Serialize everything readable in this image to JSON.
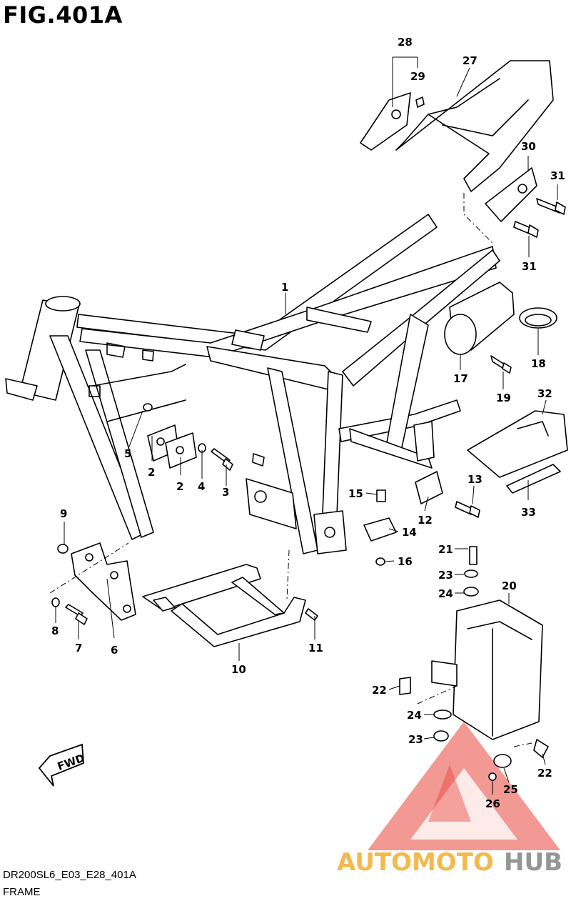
{
  "figure": {
    "title": "FIG.401A",
    "model_code": "DR200SL6_E03_E28_401A",
    "name": "FRAME"
  },
  "direction_badge": "FWD",
  "watermark": {
    "brand_left": "AUTOMOTO",
    "brand_right": "HUB",
    "color_left": "#f3b23a",
    "color_right": "#8a8a8a",
    "triangle_color": "#e8453c"
  },
  "callouts": {
    "c1": "1",
    "c2a": "2",
    "c2b": "2",
    "c3": "3",
    "c4": "4",
    "c5": "5",
    "c6": "6",
    "c7": "7",
    "c8": "8",
    "c9": "9",
    "c10": "10",
    "c11": "11",
    "c12": "12",
    "c13": "13",
    "c14": "14",
    "c15": "15",
    "c16": "16",
    "c17": "17",
    "c18": "18",
    "c19": "19",
    "c20": "20",
    "c21": "21",
    "c22a": "22",
    "c22b": "22",
    "c23a": "23",
    "c23b": "23",
    "c24a": "24",
    "c24b": "24",
    "c25": "25",
    "c26": "26",
    "c27": "27",
    "c28": "28",
    "c29": "29",
    "c30": "30",
    "c31a": "31",
    "c31b": "31",
    "c32": "32",
    "c33": "33"
  }
}
